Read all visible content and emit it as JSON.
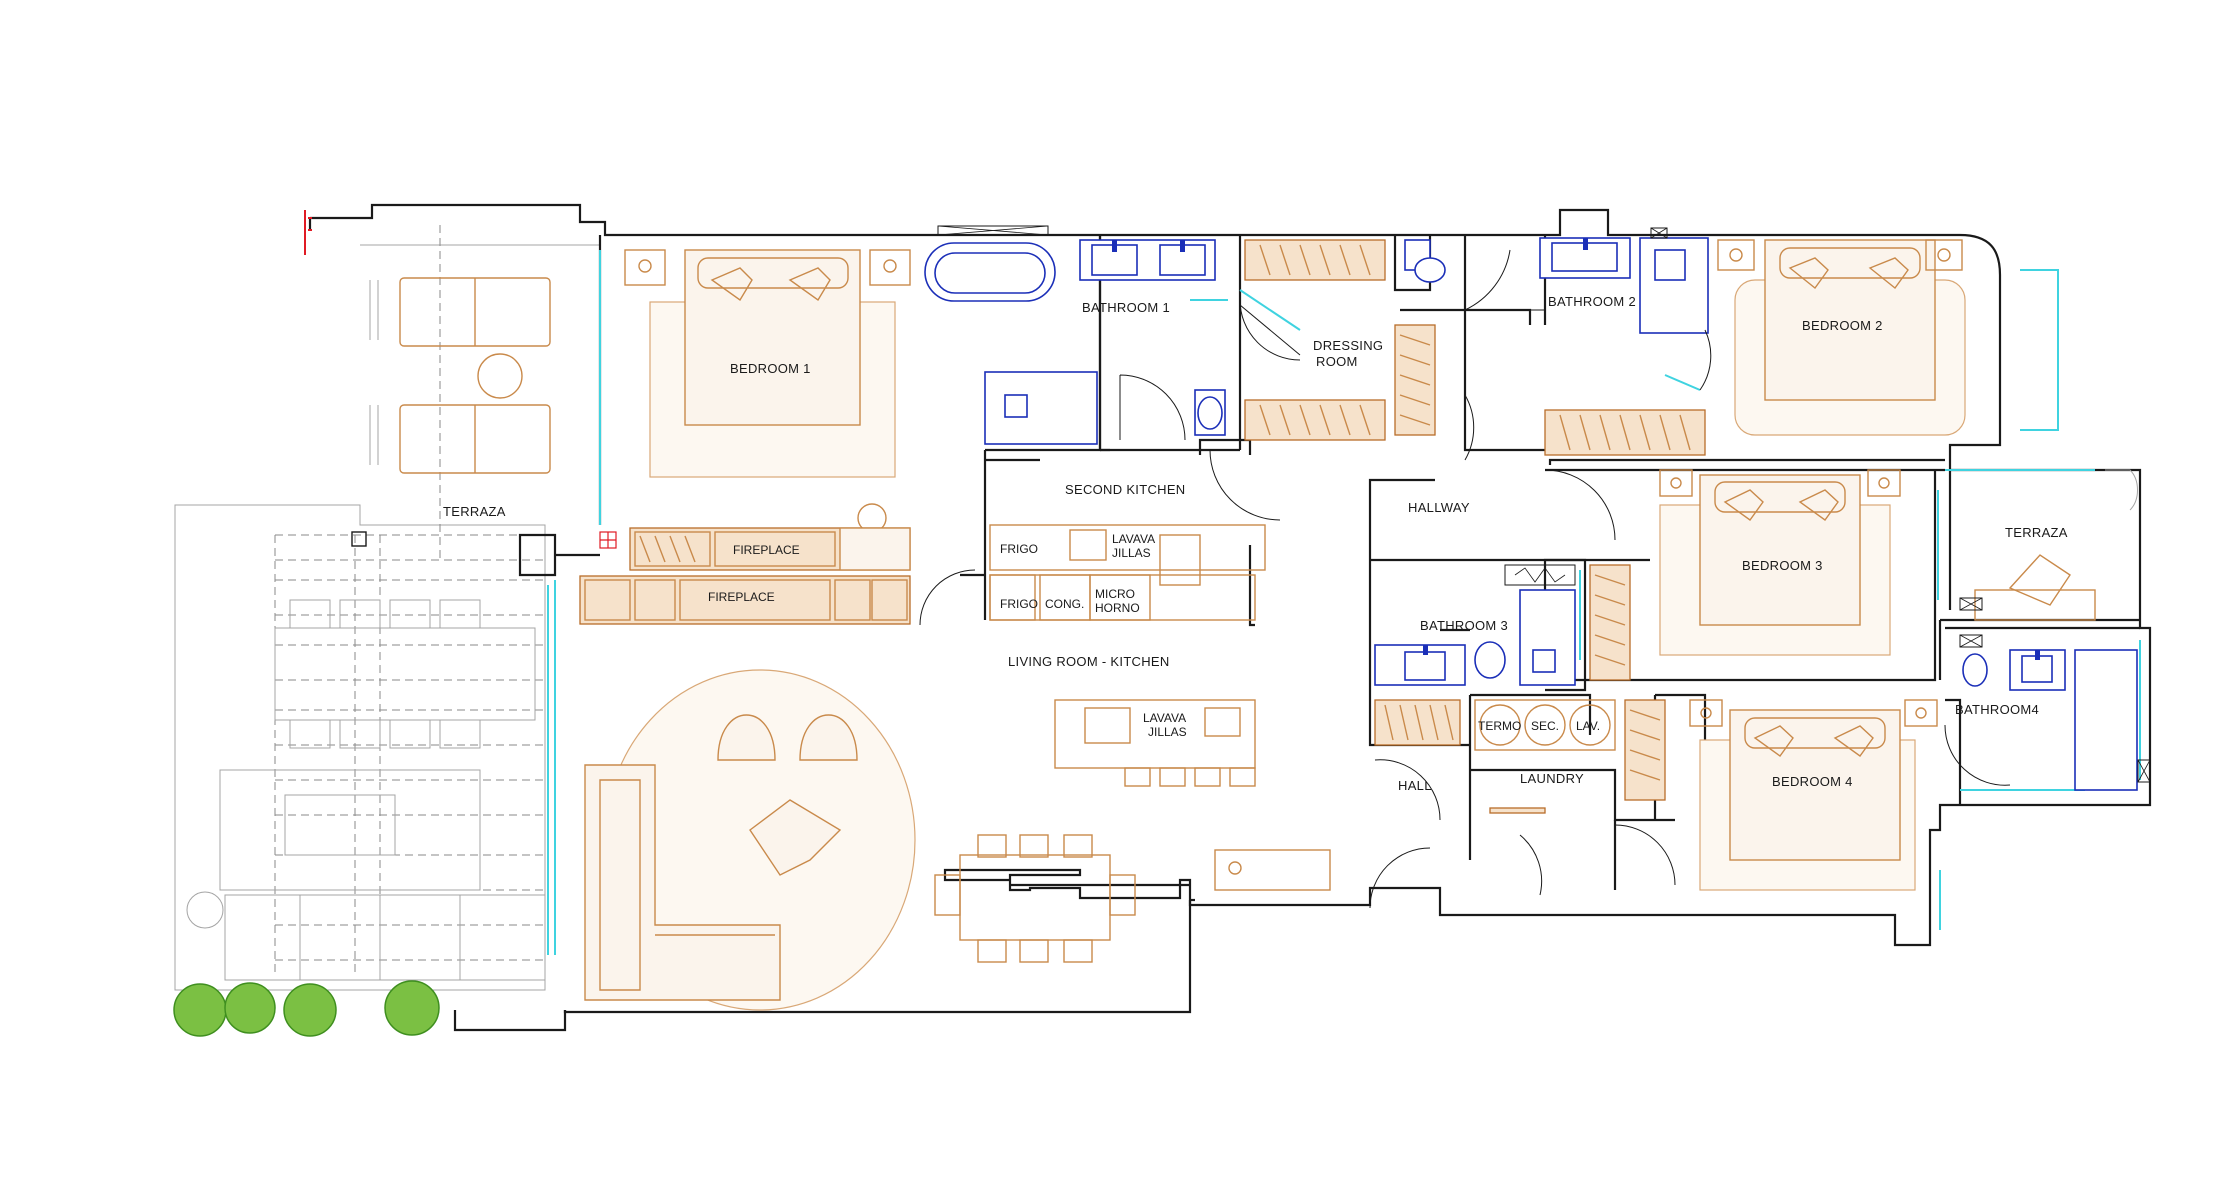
{
  "plan": {
    "rooms": {
      "terraza_main": "TERRAZA",
      "bedroom1": "BEDROOM 1",
      "bathroom1": "BATHROOM 1",
      "dressing_line1": "DRESSING",
      "dressing_line2": "ROOM",
      "bathroom2": "BATHROOM 2",
      "bedroom2": "BEDROOM 2",
      "second_kitchen": "SECOND KITCHEN",
      "hallway": "HALLWAY",
      "bedroom3": "BEDROOM 3",
      "terraza_small": "TERRAZA",
      "bathroom3": "BATHROOM 3",
      "bathroom4": "BATHROOM4",
      "living_kitchen": "LIVING ROOM - KITCHEN",
      "hall": "HALL",
      "laundry": "LAUNDRY",
      "bedroom4": "BEDROOM 4"
    },
    "fixtures": {
      "fireplace_upper": "FIREPLACE",
      "fireplace_lower": "FIREPLACE",
      "frigo1": "FRIGO",
      "lavava1_line1": "LAVAVA",
      "lavava1_line2": "JILLAS",
      "frigo2": "FRIGO",
      "cong": "CONG.",
      "micro_line1": "MICRO",
      "micro_line2": "HORNO",
      "lavava2_line1": "LAVAVA",
      "lavava2_line2": "JILLAS",
      "termo": "TERMO",
      "sec": "SEC.",
      "lav": "LAV."
    }
  }
}
